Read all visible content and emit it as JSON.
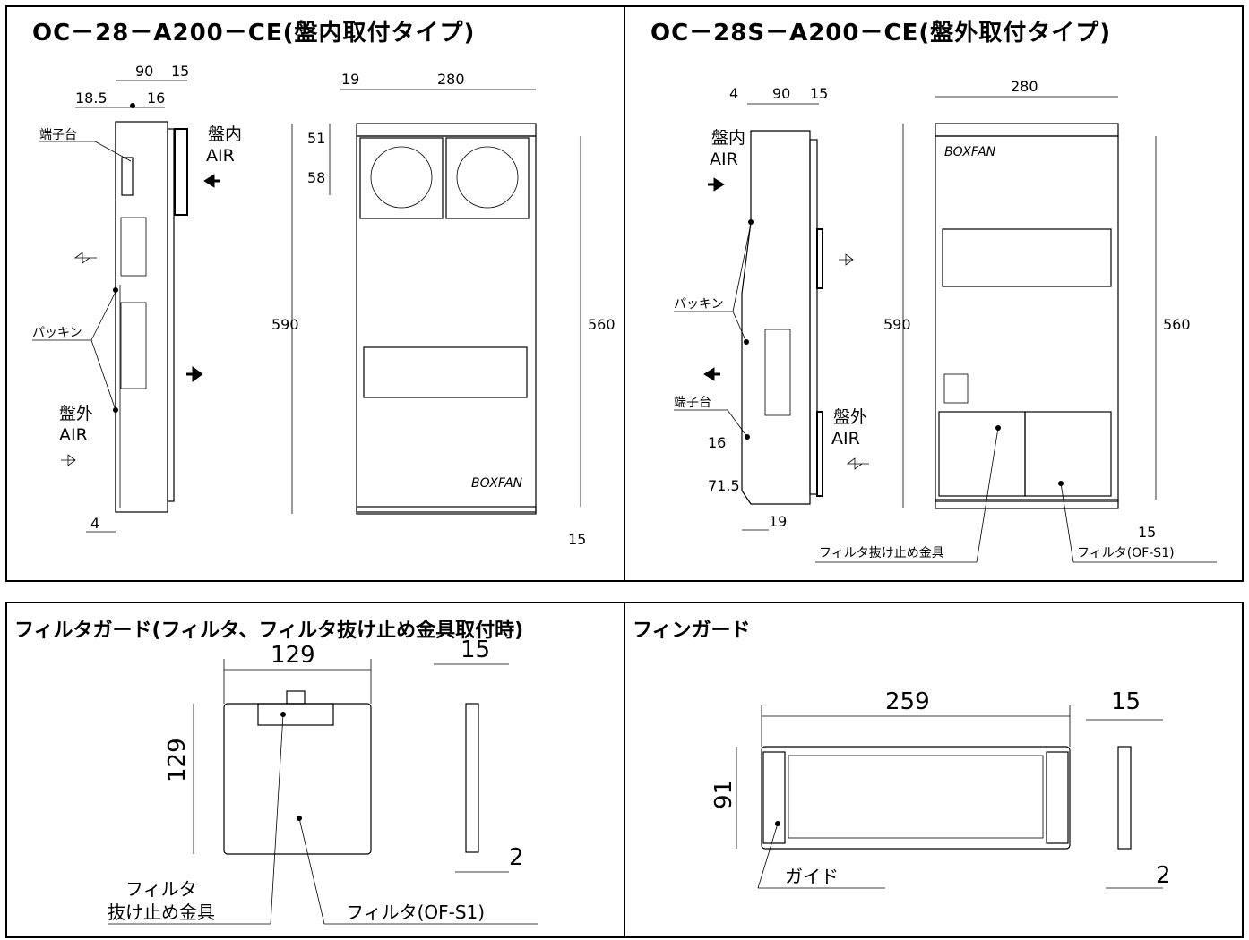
{
  "panels": {
    "top_left": {
      "title": "OC－28－A200－CE(盤内取付タイプ)",
      "dims": {
        "d90": "90",
        "d15": "15",
        "d18_5": "18.5",
        "d16": "16",
        "d19": "19",
        "d280": "280",
        "d51": "51",
        "d58": "58",
        "d590": "590",
        "d560": "560",
        "d4": "4",
        "d15b": "15"
      },
      "labels": {
        "terminal": "端子台",
        "packing": "パッキン",
        "inside": "盤内",
        "outside": "盤外",
        "air_in": "AIR",
        "air_out": "AIR",
        "brand": "BOXFAN"
      }
    },
    "top_right": {
      "title": "OC－28S－A200－CE(盤外取付タイプ)",
      "dims": {
        "d4": "4",
        "d90": "90",
        "d15": "15",
        "d280": "280",
        "d590": "590",
        "d560": "560",
        "d16": "16",
        "d71_5": "71.5",
        "d19": "19",
        "d15b": "15"
      },
      "labels": {
        "inside": "盤内",
        "air_in": "AIR",
        "packing": "パッキン",
        "terminal": "端子台",
        "outside": "盤外",
        "air_out": "AIR",
        "filter_stopper": "フィルタ抜け止め金具",
        "filter": "フィルタ(OF-S1)",
        "brand": "BOXFAN"
      }
    },
    "bottom_left": {
      "title": "フィルタガード(フィルタ、フィルタ抜け止め金具取付時)",
      "dims": {
        "w129": "129",
        "h129": "129",
        "d15": "15",
        "d2": "2"
      },
      "labels": {
        "stopper_line1": "フィルタ",
        "stopper_line2": "抜け止め金具",
        "filter": "フィルタ(OF-S1)"
      }
    },
    "bottom_right": {
      "title": "フィンガード",
      "dims": {
        "w259": "259",
        "d15": "15",
        "h91": "91",
        "d2": "2"
      },
      "labels": {
        "guide": "ガイド"
      }
    }
  }
}
